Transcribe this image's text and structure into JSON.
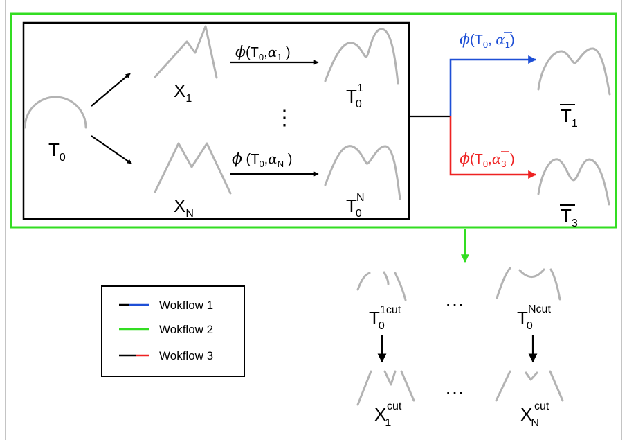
{
  "colors": {
    "workflow1": "#1e4fd6",
    "workflow2": "#33dd22",
    "workflow3": "#ee2222",
    "shape": "#b3b3b3",
    "frame": "#000000"
  },
  "nodes": {
    "t0": {
      "base": "T",
      "sub": "0"
    },
    "x1": {
      "base": "X",
      "sub": "1"
    },
    "xn": {
      "base": "X",
      "sub": "N"
    },
    "t0_1": {
      "base": "T",
      "sub": "0",
      "sup": "1"
    },
    "t0_n": {
      "base": "T",
      "sub": "0",
      "sup": "N"
    },
    "tbar1": {
      "base": "T",
      "sub": "1"
    },
    "tbar3": {
      "base": "T",
      "sub": "3"
    },
    "t0_1cut": {
      "base": "T",
      "sub": "0",
      "sup": "1cut"
    },
    "t0_ncut": {
      "base": "T",
      "sub": "0",
      "sup": "Ncut"
    },
    "x1_cut": {
      "base": "X",
      "sub": "1",
      "sup": "cut"
    },
    "xn_cut": {
      "base": "X",
      "sub": "N",
      "sup": "cut"
    }
  },
  "edges": {
    "phi_a1": {
      "phi": "ϕ",
      "open": "(",
      "t": "T",
      "tsub": "0",
      "comma": ",",
      "alpha": "α",
      "asub": "1",
      "close": " )"
    },
    "phi_an": {
      "phi": "ϕ",
      "open": " (",
      "t": "T",
      "tsub": "0",
      "comma": ",",
      "alpha": "α",
      "asub": "N",
      "close": " )"
    },
    "phi_bar1": {
      "phi": "ϕ",
      "open": "(",
      "t": "T",
      "tsub": "0",
      "comma": ", ",
      "alpha": "α",
      "asub": "1",
      "close": ")"
    },
    "phi_bar3": {
      "phi": "ϕ",
      "open": "(",
      "t": "T",
      "tsub": "0",
      "comma": ",",
      "alpha": "α",
      "asub": "3",
      "close": " )"
    }
  },
  "ellipsis": {
    "vertical": "⋮",
    "top_row": "···",
    "bottom_row": "···"
  },
  "legend": {
    "items": [
      {
        "label": "Wokflow 1",
        "from": "#000000",
        "to": "#1e4fd6"
      },
      {
        "label": "Wokflow 2",
        "from": "#33dd22",
        "to": "#33dd22"
      },
      {
        "label": "Wokflow 3",
        "from": "#000000",
        "to": "#ee2222"
      }
    ]
  }
}
